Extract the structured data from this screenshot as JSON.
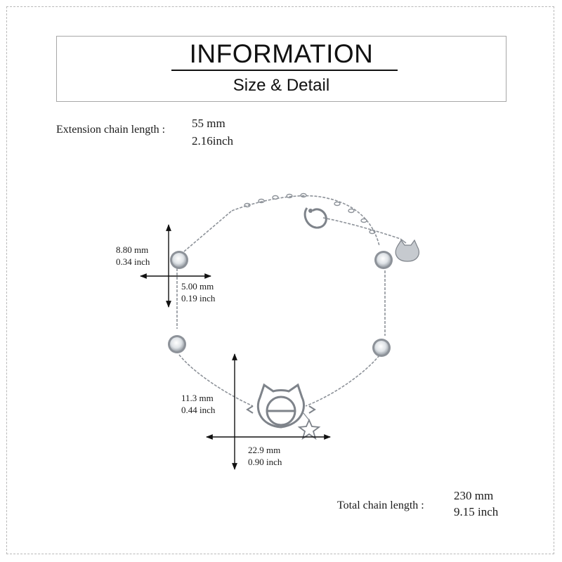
{
  "header": {
    "title": "INFORMATION",
    "subtitle": "Size & Detail"
  },
  "extension_chain": {
    "label": "Extension chain length :",
    "value_mm": "55 mm",
    "value_inch": "2.16inch"
  },
  "total_chain": {
    "label": "Total chain length :",
    "value_mm": "230 mm",
    "value_inch": "9.15 inch"
  },
  "dimensions": {
    "stone_height_mm": "8.80 mm",
    "stone_height_inch": "0.34 inch",
    "stone_width_mm": "5.00 mm",
    "stone_width_inch": "0.19 inch",
    "charm_height_mm": "11.3 mm",
    "charm_height_inch": "0.44 inch",
    "charm_width_mm": "22.9 mm",
    "charm_width_inch": "0.90 inch"
  },
  "colors": {
    "metal": "#9a9fa6",
    "stone": "#e9ecef",
    "ink": "#111111"
  },
  "icons": [
    "cat-charm-icon",
    "star-charm-icon",
    "cat-head-tag-icon",
    "lobster-clasp-icon"
  ]
}
